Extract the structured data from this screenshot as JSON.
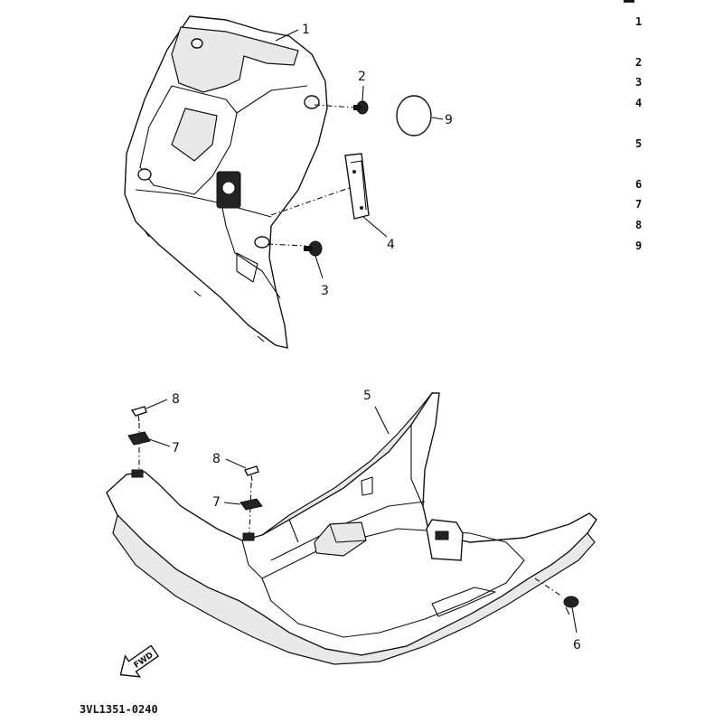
{
  "header_fragment": "▬▬",
  "ref_column": [
    "1",
    "2",
    "3",
    "4",
    "5",
    "6",
    "7",
    "8",
    "9"
  ],
  "callouts": {
    "c1": "1",
    "c2": "2",
    "c3": "3",
    "c4": "4",
    "c5": "5",
    "c6": "6",
    "c7a": "7",
    "c7b": "7",
    "c8a": "8",
    "c8b": "8",
    "c9": "9"
  },
  "front_arrow_label": "FWD",
  "part_code": "3VL1351-0240"
}
